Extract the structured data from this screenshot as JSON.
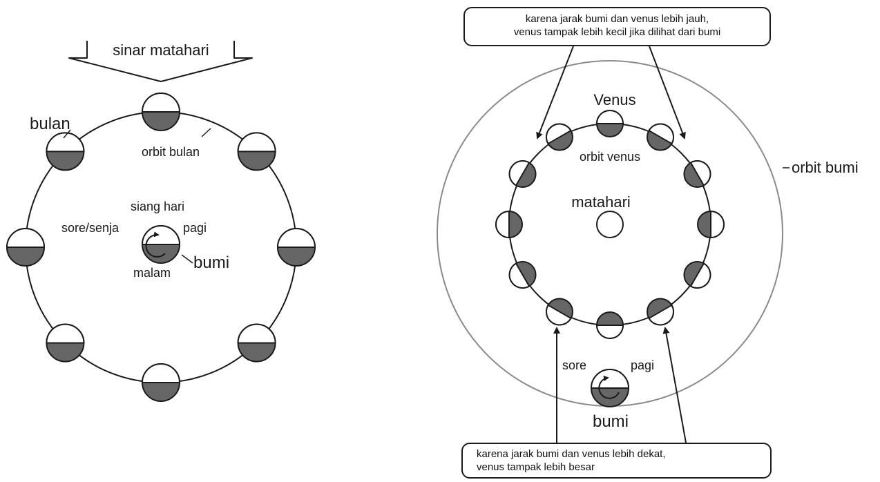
{
  "moon_diagram": {
    "sunlight_label": "sinar matahari",
    "moon_label": "bulan",
    "moon_orbit_label": "orbit bulan",
    "earth_label": "bumi",
    "earth_times": {
      "day": "siang hari",
      "evening": "sore/senja",
      "morning": "pagi",
      "night": "malam"
    }
  },
  "venus_diagram": {
    "venus_label": "Venus",
    "venus_orbit_label": "orbit venus",
    "sun_label": "matahari",
    "earth_orbit_label": "orbit bumi",
    "earth_label": "bumi",
    "evening_label": "sore",
    "morning_label": "pagi",
    "note_far": {
      "line1": "karena jarak bumi dan venus lebih jauh,",
      "line2": "venus tampak lebih kecil jika dilihat dari bumi"
    },
    "note_near": {
      "line1": "karena jarak bumi dan venus lebih dekat,",
      "line2": "venus tampak lebih besar"
    }
  },
  "colors": {
    "ink": "#1a1a1a",
    "shade": "#666666",
    "earth_orbit": "#8a8a8a"
  }
}
